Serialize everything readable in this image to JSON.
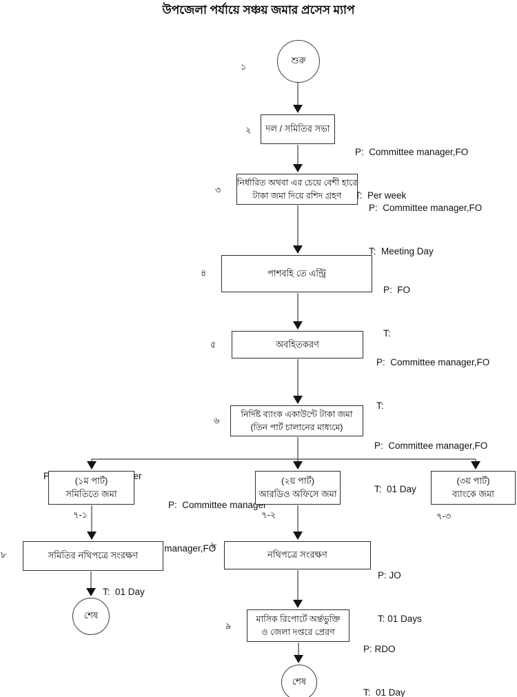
{
  "title": "উপজেলা পর্যায়ে সঞ্চয় জমার প্রসেস ম্যাপ",
  "terminals": {
    "start": {
      "label": "শুরু"
    },
    "end_left": {
      "label": "শেষ"
    },
    "end_bottom": {
      "label": "শেষ"
    }
  },
  "step_numbers": {
    "n1": "১",
    "n2": "২",
    "n3": "৩",
    "n4": "৪",
    "n5": "৫",
    "n6": "৬",
    "n7_1": "৭-১",
    "n7_2": "৭-২",
    "n7_3": "৭-৩",
    "n8_left": "৮",
    "n8_mid": "৮",
    "n9": "৯"
  },
  "boxes": {
    "meeting": {
      "lines": [
        "দল / সমিতির সভা"
      ]
    },
    "deposit_receipt": {
      "lines": [
        "নির্ধারিত অথবা এর চেয়ে বেশী হারে",
        "টাকা জমা দিয়ে রশিদ গ্রহণ"
      ]
    },
    "passbook_entry": {
      "lines": [
        "পাশবহি তে এন্ট্রি"
      ]
    },
    "notification": {
      "lines": [
        "অবহিতকরণ"
      ]
    },
    "bank_deposit": {
      "lines": [
        "নির্দিষ্ট ব্যাংক একাউন্টে টাকা জমা",
        "(তিন পার্ট চালানের মাধ্যমে)"
      ]
    },
    "part1": {
      "lines": [
        "(১ম পার্ট)",
        "সমিতিতে জমা"
      ]
    },
    "part2": {
      "lines": [
        "(২য় পার্ট)",
        "আরডিও অফিসে জমা"
      ]
    },
    "part3": {
      "lines": [
        "(৩য় পার্ট)",
        "ব্যাংকে জমা"
      ]
    },
    "archive_samity": {
      "lines": [
        "সমিতির নথিপত্রে সংরক্ষণ"
      ]
    },
    "archive_office": {
      "lines": [
        "নথিপত্রে সংরক্ষণ"
      ]
    },
    "monthly_report": {
      "lines": [
        "মাসিক রিপোর্টে অর্ন্তভুক্তি",
        "ও জেলা দপ্তরে প্রেরণ"
      ]
    }
  },
  "annotations": {
    "meeting": {
      "p": "P:  Committee manager,FO",
      "t": "T:  Per week"
    },
    "deposit_receipt": {
      "p": "P:  Committee manager,FO",
      "t": "T:  Meeting Day"
    },
    "passbook_entry": {
      "p": "P:  FO",
      "t": "T:"
    },
    "notification": {
      "p": "P:  Committee manager,FO",
      "t": "T:"
    },
    "bank_deposit": {
      "p": "P:  Committee manager,FO",
      "t": "T:  01 Day"
    },
    "branch_left": {
      "p": "P:  Committee manager"
    },
    "branch_mid": {
      "p": "P:  Committee manager"
    },
    "archive_samity": {
      "p": "P:  Committee manager,FO",
      "t": "T:  01 Day"
    },
    "archive_office": {
      "p": "P: JO",
      "t": "T: 01 Days"
    },
    "monthly_report": {
      "p": "P: RDO",
      "t": "T:  01 Day"
    }
  }
}
